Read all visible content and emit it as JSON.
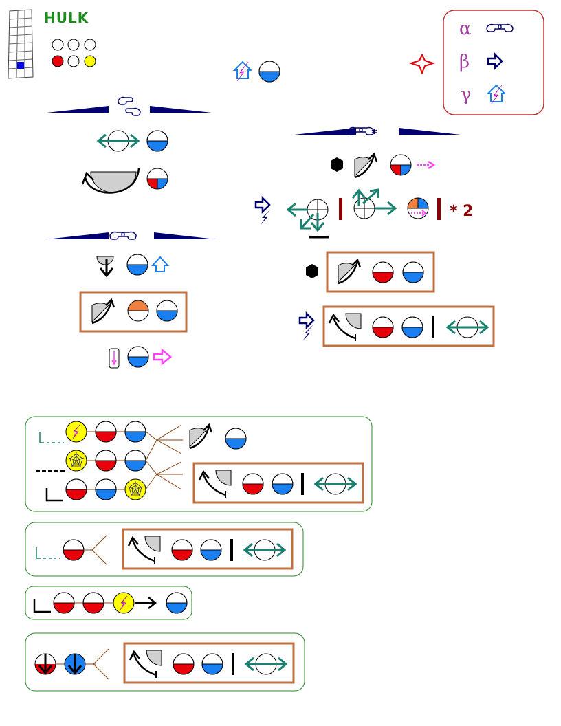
{
  "header": {
    "title": "HULK"
  },
  "legend": {
    "items": [
      {
        "symbol": "α",
        "meaning_icon": "pointing-hands-icon"
      },
      {
        "symbol": "β",
        "meaning_icon": "outline-arrow-right-icon"
      },
      {
        "symbol": "γ",
        "meaning_icon": "house-lightning-icon"
      }
    ]
  },
  "combos": {
    "multiplier": "* 2"
  },
  "colors": {
    "red": "#e8000b",
    "blue": "#1a7ff0",
    "orange": "#f08040",
    "yellow": "#ffff00",
    "teal": "#1a8070",
    "navy": "#00006e",
    "frame": "#c07040",
    "panel_border": "#2a8a2a",
    "magenta": "#ff40ff",
    "green_title": "#1a8c1a"
  }
}
